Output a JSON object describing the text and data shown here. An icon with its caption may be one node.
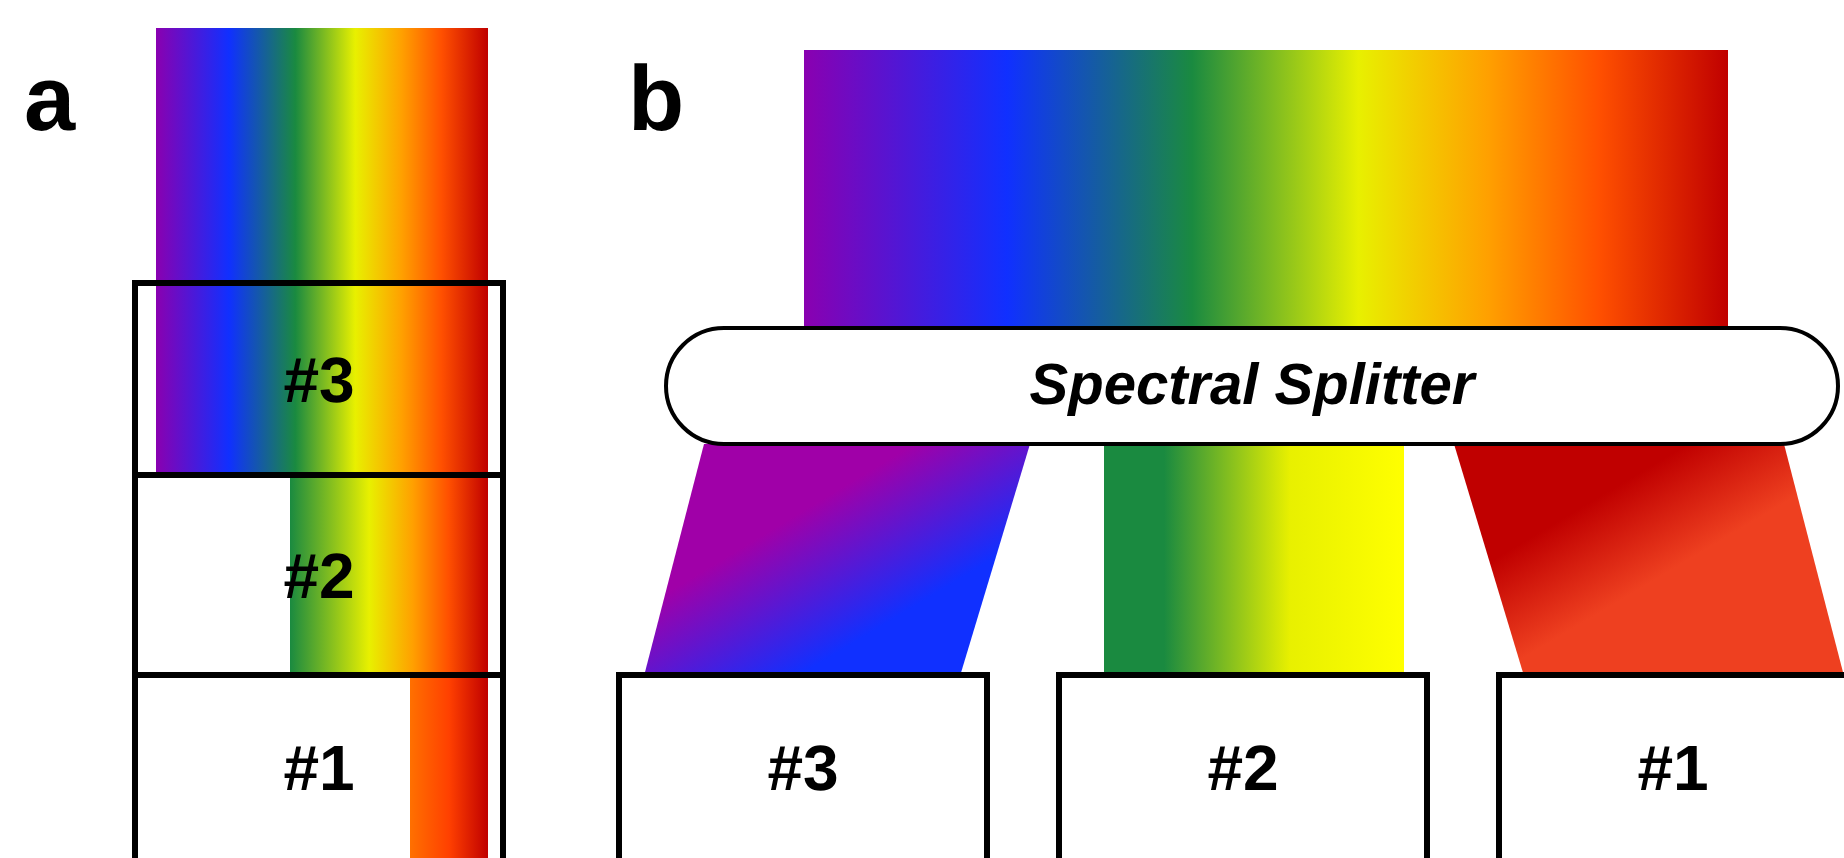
{
  "diagram": {
    "nodes": [
      {
        "text": [
          "#3"
        ]
      },
      {
        "text": [
          "#2"
        ]
      },
      {
        "text": [
          "#1"
        ]
      },
      {
        "text": [
          "Spectral Splitter"
        ]
      },
      {
        "text": [
          "#3"
        ]
      },
      {
        "text": [
          "#2"
        ]
      },
      {
        "text": [
          "#1"
        ]
      }
    ],
    "labels": [
      "a",
      "b"
    ]
  }
}
